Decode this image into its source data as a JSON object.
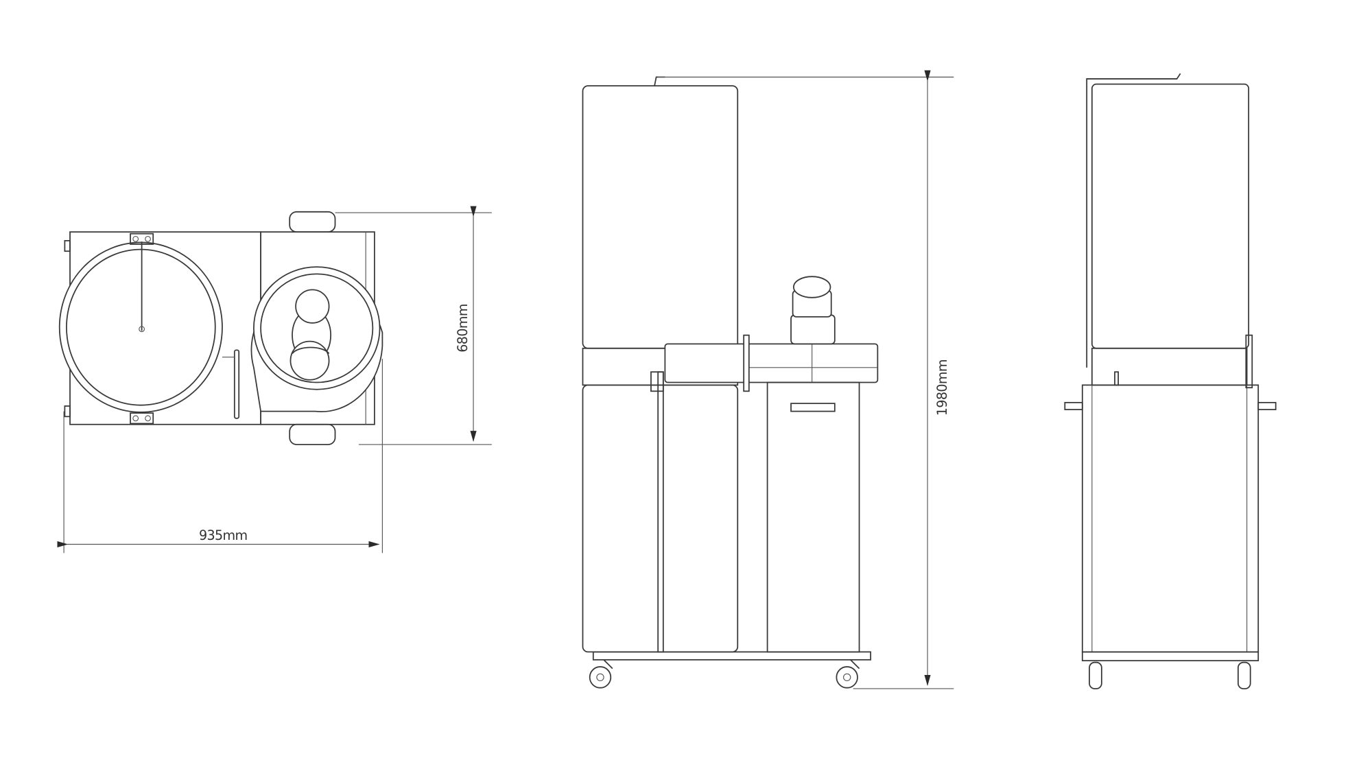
{
  "drawing": {
    "views": [
      "top-view",
      "side-view",
      "front-view"
    ],
    "dimensions": {
      "width_label": "935mm",
      "depth_label": "680mm",
      "height_label": "1980mm"
    },
    "line_color": "#3a3a3a",
    "background": "#ffffff"
  }
}
